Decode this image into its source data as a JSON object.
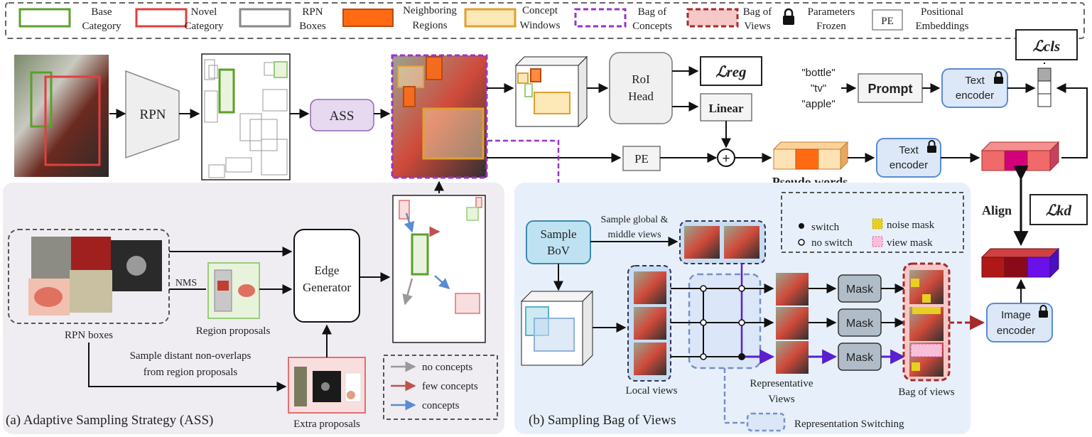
{
  "legend": {
    "base": [
      "Base",
      "Category"
    ],
    "novel": [
      "Novel",
      "Category"
    ],
    "rpn": [
      "RPN",
      "Boxes"
    ],
    "neighbor": [
      "Neighboring",
      "Regions"
    ],
    "concept": [
      "Concept",
      "Windows"
    ],
    "boc": [
      "Bag of",
      "Concepts"
    ],
    "bov": [
      "Bag of",
      "Views"
    ],
    "frozen": [
      "Parameters",
      "Frozen"
    ],
    "pe_box": "PE",
    "pe": [
      "Positional",
      "Embeddings"
    ]
  },
  "top": {
    "rpn": "RPN",
    "ass": "ASS",
    "roi": [
      "RoI",
      "Head"
    ],
    "linear": "Linear",
    "pe": "PE",
    "plus": "+",
    "loss_reg": "ℒreg",
    "loss_cls": "ℒcls",
    "loss_kd": "ℒkd",
    "words": [
      "\"bottle\"",
      "\"tv\"",
      "\"apple\""
    ],
    "prompt": "Prompt",
    "text_encoder": [
      "Text",
      "encoder"
    ],
    "pseudo_words": "Pseudo words",
    "align": "Align",
    "image_encoder": [
      "Image",
      "encoder"
    ]
  },
  "panel_a": {
    "caption": "(a) Adaptive Sampling Strategy (ASS)",
    "rpn_boxes": "RPN boxes",
    "nms": "NMS",
    "region_proposals": "Region proposals",
    "edge_generator": [
      "Edge",
      "Generator"
    ],
    "sample_distant": [
      "Sample distant non-overlaps",
      "from region proposals"
    ],
    "extra_proposals": "Extra proposals",
    "legend_no": "no concepts",
    "legend_few": "few concepts",
    "legend_concepts": "concepts"
  },
  "panel_b": {
    "caption": "(b) Sampling Bag of Views",
    "sample_bov": [
      "Sample",
      "BoV"
    ],
    "sample_global": [
      "Sample global &",
      "middle views"
    ],
    "switch": "switch",
    "no_switch": "no switch",
    "noise_mask": "noise mask",
    "view_mask": "view mask",
    "local_views": "Local views",
    "representative": [
      "Representative",
      "Views"
    ],
    "mask": "Mask",
    "bag_of_views": "Bag of views",
    "rep_switching": "Representation Switching"
  },
  "colors": {
    "base": "#5aa02c",
    "novel": "#e04040",
    "neighbor": "#ff6a13",
    "concept": "#e5a84a",
    "boc": "#9933cc",
    "bov": "#a52a2a",
    "encoder_fill": "#dce8f7",
    "encoder_stroke": "#5b8bd0",
    "ass_fill": "#e6d9f0",
    "ass_stroke": "#8e6bb0"
  }
}
